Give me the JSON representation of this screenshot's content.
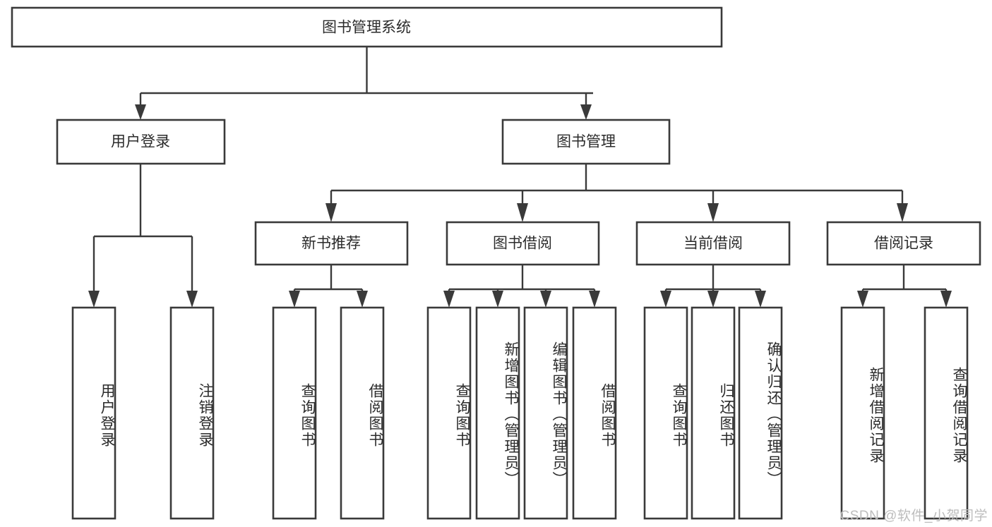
{
  "diagram": {
    "title": "图书管理系统",
    "type": "hierarchy-tree",
    "colors": {
      "box_stroke": "#3a3a3a",
      "box_fill": "#ffffff",
      "connector": "#3a3a3a",
      "text": "#2b2b2b",
      "watermark": "#bdbdbd",
      "background": "#ffffff"
    },
    "root": {
      "label": "图书管理系统"
    },
    "level2": [
      {
        "label": "用户登录"
      },
      {
        "label": "图书管理"
      }
    ],
    "level3": [
      {
        "label": "新书推荐"
      },
      {
        "label": "图书借阅"
      },
      {
        "label": "当前借阅"
      },
      {
        "label": "借阅记录"
      }
    ],
    "leaves": {
      "user_login": [
        {
          "label": "用户登录"
        },
        {
          "label": "注销登录"
        }
      ],
      "new_book": [
        {
          "label": "查询图书"
        },
        {
          "label": "借阅图书"
        }
      ],
      "book_borrow": [
        {
          "label": "查询图书"
        },
        {
          "label": "新增图书（管理员）"
        },
        {
          "label": "编辑图书（管理员）"
        },
        {
          "label": "借阅图书"
        }
      ],
      "current_borrow": [
        {
          "label": "查询图书"
        },
        {
          "label": "归还图书"
        },
        {
          "label": "确认归还（管理员）"
        }
      ],
      "borrow_record": [
        {
          "label": "新增借阅记录"
        },
        {
          "label": "查询借阅记录"
        }
      ]
    }
  },
  "watermark": {
    "text": "CSDN @软件_小贺同学"
  }
}
